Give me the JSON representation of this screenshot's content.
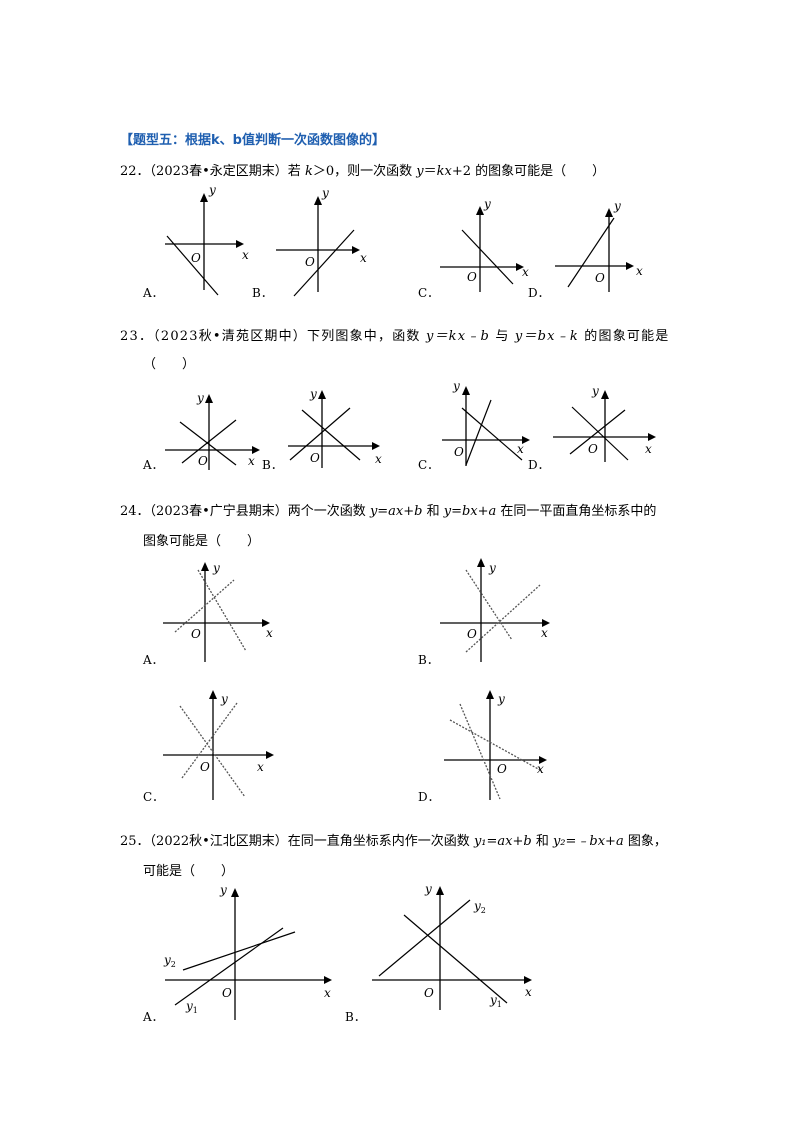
{
  "section_title": "【题型五：根据k、b值判断一次函数图像的】",
  "q22": {
    "prefix": "22．（2023春•永定区期末）若 ",
    "k": "k",
    "mid": "＞0，则一次函数 ",
    "y": "y",
    "eq": "＝",
    "kx": "kx",
    "tail": "+2 的图象可能是（　　）"
  },
  "q23": {
    "prefix": "23．（2023秋•清苑区期中）下列图象中，函数 ",
    "f1": "y＝kx﹣b",
    "and": " 与 ",
    "f2": "y＝bx﹣k",
    "tail": " 的图象可能是",
    "paren": "（　　）"
  },
  "q24": {
    "prefix": "24．（2023春•广宁县期末）两个一次函数 ",
    "f1": "y=ax+b",
    "and": " 和 ",
    "f2": "y=bx+a",
    "tail": " 在同一平面直角坐标系中的",
    "line2": "图象可能是（　　）"
  },
  "q25": {
    "prefix": "25．（2022秋•江北区期末）在同一直角坐标系内作一次函数 ",
    "f1": "y₁=ax+b",
    "and": " 和 ",
    "f2": "y₂=﹣bx+a",
    "tail": " 图象，",
    "line2": "可能是（　　）"
  },
  "labels": {
    "A": "A．",
    "B": "B．",
    "C": "C．",
    "D": "D．",
    "x": "x",
    "y": "y",
    "O": "O",
    "y1": "y",
    "y2": "y",
    "sub1": "1",
    "sub2": "2"
  }
}
